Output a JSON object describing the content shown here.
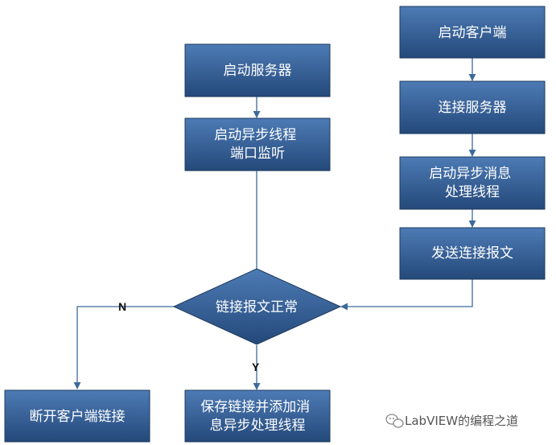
{
  "colors": {
    "box_fill_top": "#4d7bb5",
    "box_fill_bottom": "#24497a",
    "box_border": "#1d3a5e",
    "connector": "#3d6a9c",
    "background": "#ffffff"
  },
  "nodes": {
    "start_server": [
      "启动服务器"
    ],
    "server_listen": [
      "启动异步线程",
      "端口监听"
    ],
    "start_client": [
      "启动客户端"
    ],
    "connect_server": [
      "连接服务器"
    ],
    "client_async": [
      "启动异步消息",
      "处理线程"
    ],
    "send_link_msg": [
      "发送连接报文"
    ],
    "check_msg": [
      "链接报文正常"
    ],
    "disconnect": [
      "断开客户端链接"
    ],
    "save_link": [
      "保存链接并添加消",
      "息异步处理线程"
    ]
  },
  "edge_labels": {
    "no": "N",
    "yes": "Y"
  },
  "watermark": {
    "text": "LabVIEW的编程之道",
    "icon": "wechat-icon"
  }
}
